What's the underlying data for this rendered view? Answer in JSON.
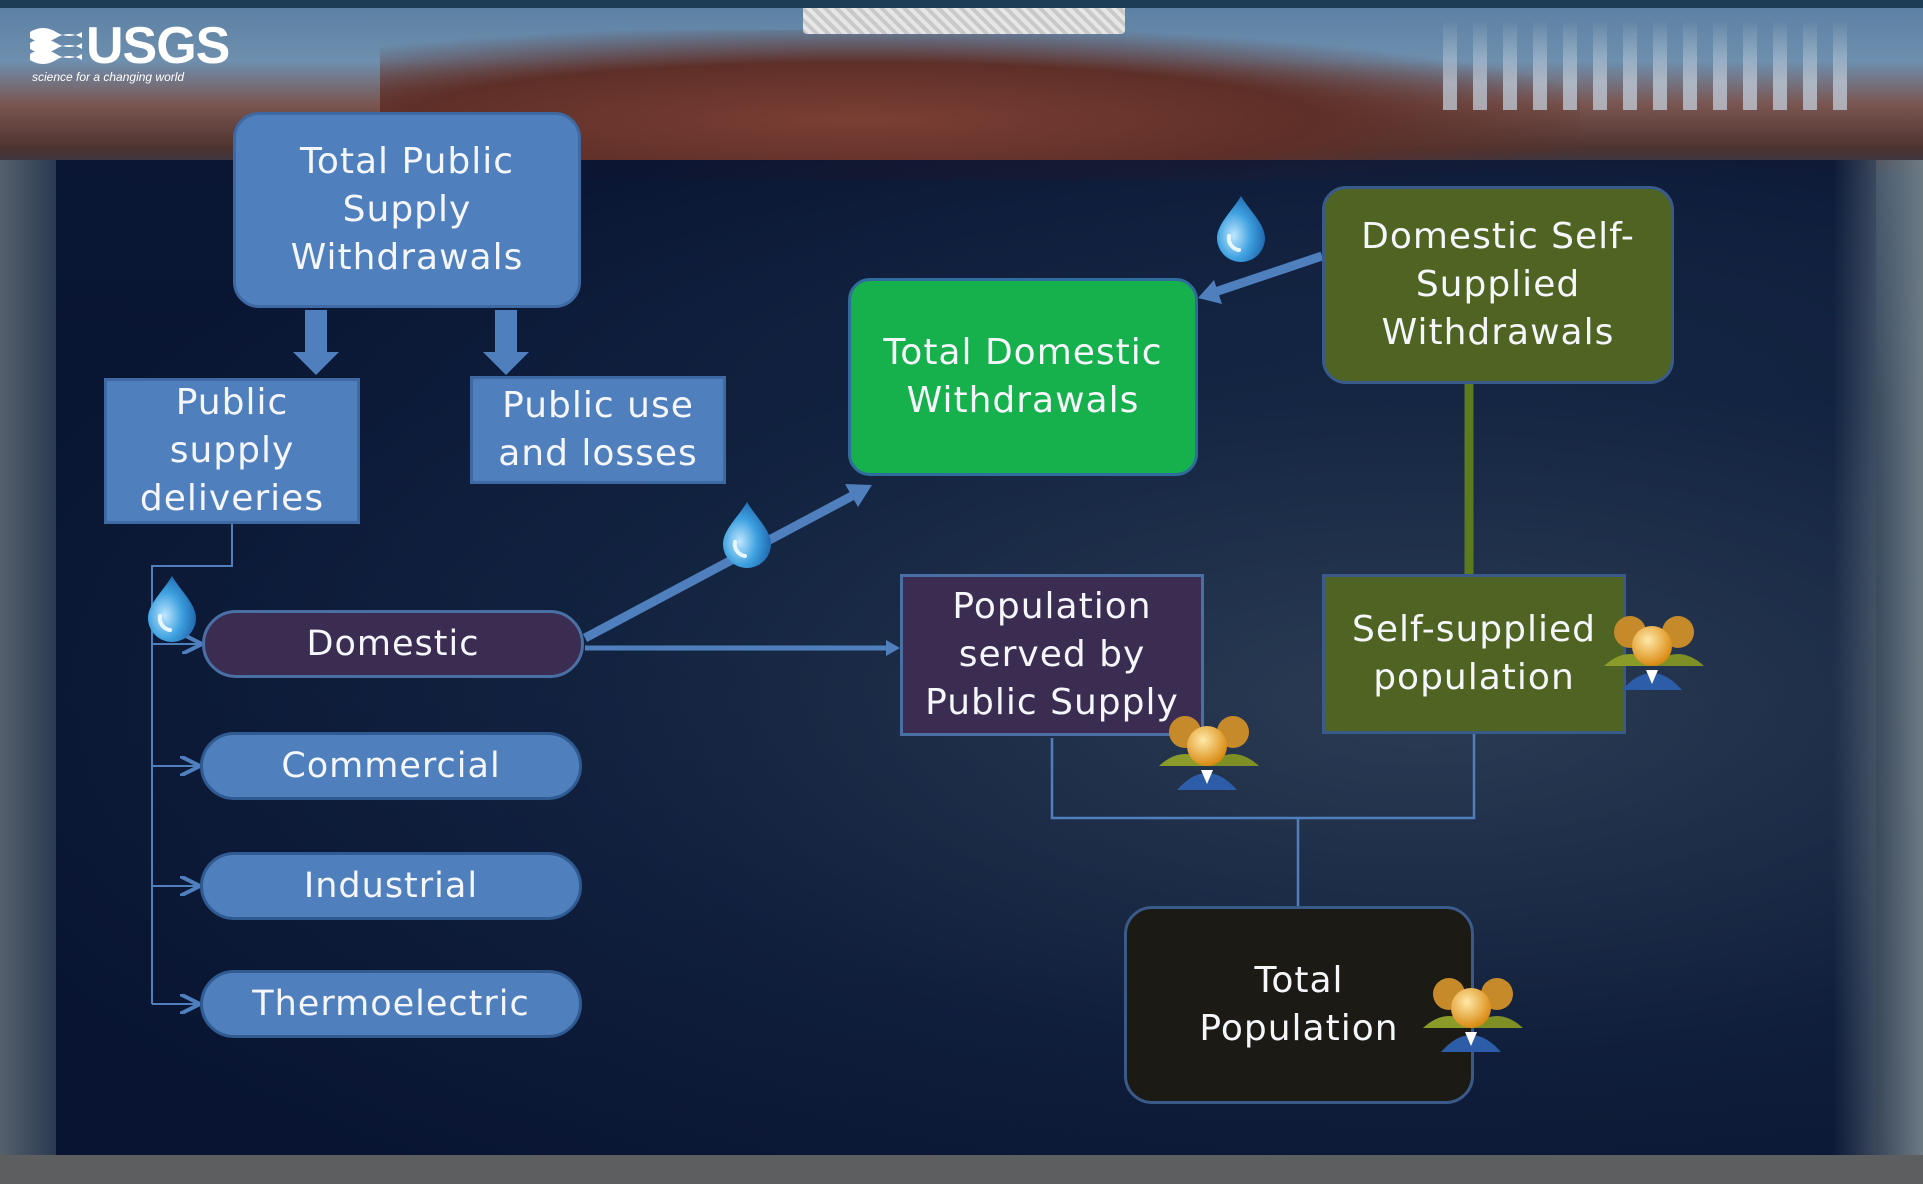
{
  "logo": {
    "text": "USGS",
    "tagline": "science for a changing world"
  },
  "nodes": {
    "total_public_supply": "Total Public Supply Withdrawals",
    "public_supply_deliveries": "Public supply deliveries",
    "public_use_losses": "Public use and losses",
    "total_domestic": "Total Domestic Withdrawals",
    "domestic_self_supplied": "Domestic Self-Supplied Withdrawals",
    "population_public_supply": "Population served by Public Supply",
    "self_supplied_population": "Self-supplied population",
    "total_population": "Total Population"
  },
  "categories": {
    "domestic": "Domestic",
    "commercial": "Commercial",
    "industrial": "Industrial",
    "thermoelectric": "Thermoelectric"
  },
  "colors": {
    "blue_box": "#4f7fbd",
    "green_box": "#16b04c",
    "olive_box": "#4f6423",
    "purple_box": "#3b2d52",
    "black_box": "#1b1a14",
    "arrow": "#4f7fbd",
    "olive_line": "#5d7a1e",
    "water_drop": "#3fa2e0"
  },
  "icons": [
    "usgs-logo-icon",
    "water-drop-icon",
    "people-group-icon"
  ]
}
